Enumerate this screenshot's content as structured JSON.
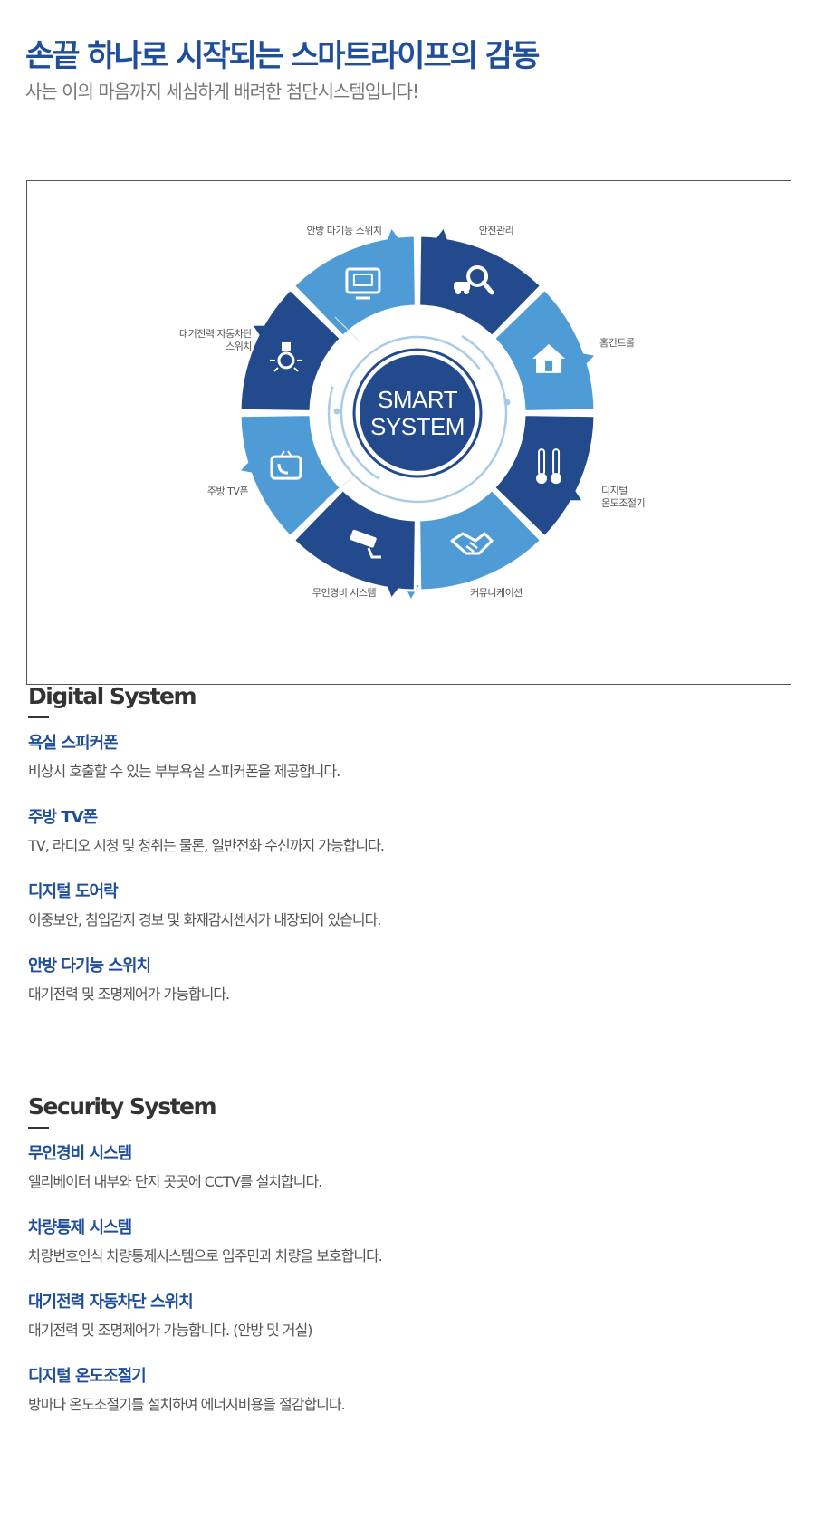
{
  "header": {
    "title": "손끝 하나로 시작되는 스마트라이프의 감동",
    "subtitle": "사는 이의 마음까지 세심하게 배려한 첨단시스템입니다!"
  },
  "diagram": {
    "center_line1": "SMART",
    "center_line2": "SYSTEM",
    "colors": {
      "dark": "#234a8c",
      "light": "#4f9bd6",
      "center": "#234a8c",
      "ring": "#a9cbe6"
    },
    "segments": [
      {
        "key": "safety",
        "icon": "magnifier-car-icon",
        "tone": "dark",
        "label_lines": [
          "안전관리"
        ]
      },
      {
        "key": "home",
        "icon": "house-remote-icon",
        "tone": "light",
        "label_lines": [
          "홈컨트롤"
        ]
      },
      {
        "key": "thermo",
        "icon": "thermometer-icon",
        "tone": "dark",
        "label_lines": [
          "디지털",
          "온도조절기"
        ]
      },
      {
        "key": "comm",
        "icon": "handshake-icon",
        "tone": "light",
        "label_lines": [
          "커뮤니케이션"
        ]
      },
      {
        "key": "cctv",
        "icon": "cctv-camera-icon",
        "tone": "dark",
        "label_lines": [
          "무인경비 시스템"
        ]
      },
      {
        "key": "tvphone",
        "icon": "tv-phone-icon",
        "tone": "light",
        "label_lines": [
          "주방 TV폰"
        ]
      },
      {
        "key": "standby",
        "icon": "light-bulb-icon",
        "tone": "dark",
        "label_lines": [
          "대기전력 자동차단",
          "스위치"
        ]
      },
      {
        "key": "multiswitch",
        "icon": "touch-screen-icon",
        "tone": "light",
        "label_lines": [
          "안방 다기능 스위치"
        ]
      }
    ]
  },
  "digital": {
    "title": "Digital System",
    "items": [
      {
        "title": "욕실 스피커폰",
        "desc": "비상시 호출할 수 있는 부부욕실 스피커폰을 제공합니다."
      },
      {
        "title": "주방 TV폰",
        "desc": "TV, 라디오 시청 및 청취는 물론, 일반전화 수신까지 가능합니다."
      },
      {
        "title": "디지털 도어락",
        "desc": "이중보안, 침입감지 경보 및 화재감시센서가 내장되어 있습니다."
      },
      {
        "title": "안방 다기능 스위치",
        "desc": "대기전력 및 조명제어가 가능합니다."
      }
    ]
  },
  "security": {
    "title": "Security System",
    "items": [
      {
        "title": "무인경비 시스템",
        "desc": "엘리베이터 내부와 단지 곳곳에 CCTV를 설치합니다."
      },
      {
        "title": "차량통제 시스템",
        "desc": "차량번호인식 차량통제시스템으로 입주민과 차량을 보호합니다."
      },
      {
        "title": "대기전력 자동차단 스위치",
        "desc": "대기전력 및 조명제어가 가능합니다. (안방 및 거실)"
      },
      {
        "title": "디지털 온도조절기",
        "desc": "방마다 온도조절기를 설치하여 에너지비용을 절감합니다."
      }
    ]
  }
}
